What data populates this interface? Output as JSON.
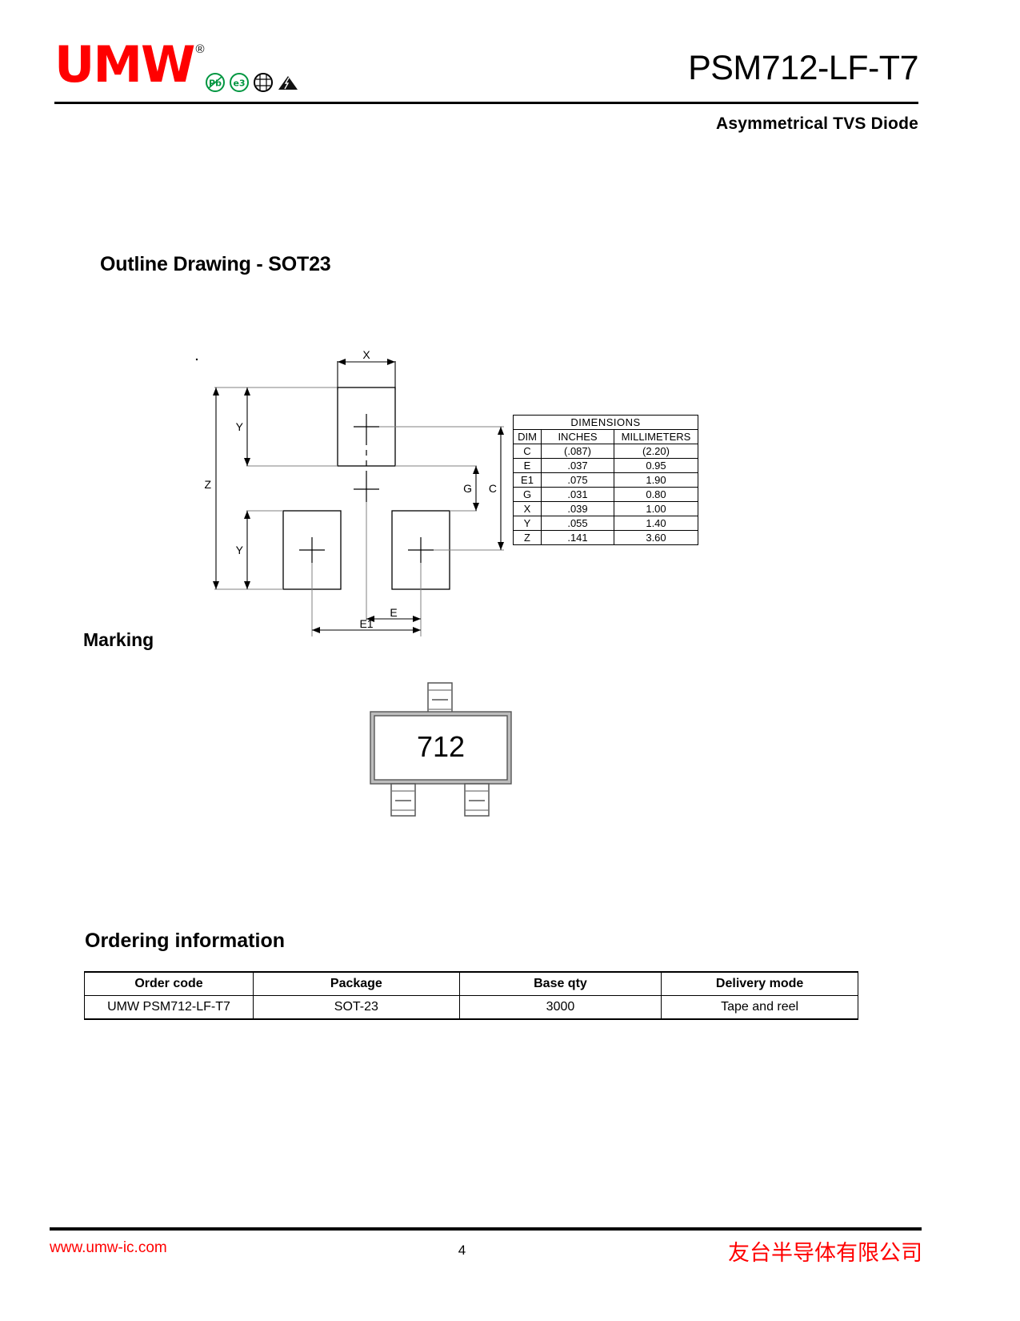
{
  "header": {
    "logo_text": "UMW",
    "logo_registered": "®",
    "part_number": "PSM712-LF-T7",
    "subtitle": "Asymmetrical TVS Diode",
    "cert_icons": [
      "pb-free-icon",
      "e3-icon",
      "halogen-free-icon",
      "esd-icon"
    ]
  },
  "sections": {
    "outline_heading": "Outline Drawing - SOT23",
    "marking_heading": "Marking",
    "ordering_heading": "Ordering information"
  },
  "outline_drawing": {
    "labels": {
      "x": "X",
      "y_top": "Y",
      "y_bottom": "Y",
      "z": "Z",
      "c": "C",
      "g": "G",
      "e": "E",
      "e1": "E1"
    }
  },
  "dimensions_table": {
    "title": "DIMENSIONS",
    "columns": [
      "DIM",
      "INCHES",
      "MILLIMETERS"
    ],
    "rows": [
      {
        "dim": "C",
        "inches": "(.087)",
        "mm": "(2.20)"
      },
      {
        "dim": "E",
        "inches": ".037",
        "mm": "0.95"
      },
      {
        "dim": "E1",
        "inches": ".075",
        "mm": "1.90"
      },
      {
        "dim": "G",
        "inches": ".031",
        "mm": "0.80"
      },
      {
        "dim": "X",
        "inches": ".039",
        "mm": "1.00"
      },
      {
        "dim": "Y",
        "inches": ".055",
        "mm": "1.40"
      },
      {
        "dim": "Z",
        "inches": ".141",
        "mm": "3.60"
      }
    ]
  },
  "marking": {
    "code": "712"
  },
  "ordering_table": {
    "columns": [
      "Order code",
      "Package",
      "Base qty",
      "Delivery mode"
    ],
    "rows": [
      {
        "order_code": "UMW PSM712-LF-T7",
        "package": "SOT-23",
        "base_qty": "3000",
        "delivery_mode": "Tape and reel"
      }
    ]
  },
  "footer": {
    "website": "www.umw-ic.com",
    "page_number": "4",
    "company": "友台半导体有限公司"
  },
  "colors": {
    "brand_red": "#ff0000",
    "cert_green": "#009640",
    "text": "#000000"
  }
}
